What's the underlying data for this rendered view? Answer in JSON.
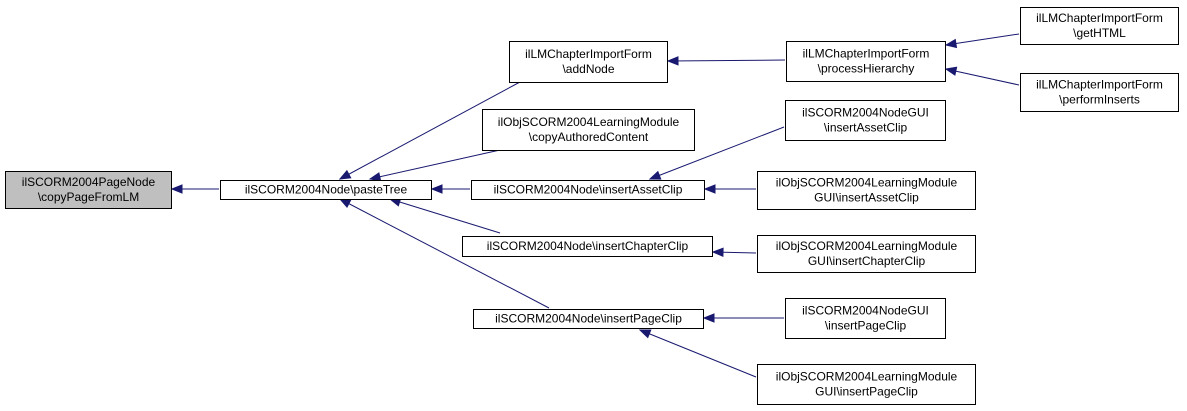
{
  "diagram": {
    "type": "call-graph",
    "colors": {
      "edge": "#191970",
      "node_fill": "#ffffff",
      "highlight_fill": "#bfbfbf",
      "border": "#000000"
    },
    "nodes": [
      {
        "id": "copyPageFromLM",
        "lines": [
          "ilSCORM2004PageNode",
          "\\copyPageFromLM"
        ],
        "highlight": true
      },
      {
        "id": "pasteTree",
        "lines": [
          "ilSCORM2004Node\\pasteTree"
        ],
        "highlight": false
      },
      {
        "id": "addNode",
        "lines": [
          "ilLMChapterImportForm",
          "\\addNode"
        ],
        "highlight": false
      },
      {
        "id": "copyAuthoredContent",
        "lines": [
          "ilObjSCORM2004LearningModule",
          "\\copyAuthoredContent"
        ],
        "highlight": false
      },
      {
        "id": "insertAssetClip",
        "lines": [
          "ilSCORM2004Node\\insertAssetClip"
        ],
        "highlight": false
      },
      {
        "id": "insertChapterClip",
        "lines": [
          "ilSCORM2004Node\\insertChapterClip"
        ],
        "highlight": false
      },
      {
        "id": "insertPageClip",
        "lines": [
          "ilSCORM2004Node\\insertPageClip"
        ],
        "highlight": false
      },
      {
        "id": "processHierarchy",
        "lines": [
          "ilLMChapterImportForm",
          "\\processHierarchy"
        ],
        "highlight": false
      },
      {
        "id": "nodeGuiInsertAssetClip",
        "lines": [
          "ilSCORM2004NodeGUI",
          "\\insertAssetClip"
        ],
        "highlight": false
      },
      {
        "id": "lmGuiInsertAssetClip",
        "lines": [
          "ilObjSCORM2004LearningModule",
          "GUI\\insertAssetClip"
        ],
        "highlight": false
      },
      {
        "id": "lmGuiInsertChapterClip",
        "lines": [
          "ilObjSCORM2004LearningModule",
          "GUI\\insertChapterClip"
        ],
        "highlight": false
      },
      {
        "id": "nodeGuiInsertPageClip",
        "lines": [
          "ilSCORM2004NodeGUI",
          "\\insertPageClip"
        ],
        "highlight": false
      },
      {
        "id": "lmGuiInsertPageClip",
        "lines": [
          "ilObjSCORM2004LearningModule",
          "GUI\\insertPageClip"
        ],
        "highlight": false
      },
      {
        "id": "getHTML",
        "lines": [
          "ilLMChapterImportForm",
          "\\getHTML"
        ],
        "highlight": false
      },
      {
        "id": "performInserts",
        "lines": [
          "ilLMChapterImportForm",
          "\\performInserts"
        ],
        "highlight": false
      }
    ],
    "edges": [
      {
        "from": "pasteTree",
        "to": "copyPageFromLM"
      },
      {
        "from": "addNode",
        "to": "pasteTree"
      },
      {
        "from": "copyAuthoredContent",
        "to": "pasteTree"
      },
      {
        "from": "insertAssetClip",
        "to": "pasteTree"
      },
      {
        "from": "insertChapterClip",
        "to": "pasteTree"
      },
      {
        "from": "insertPageClip",
        "to": "pasteTree"
      },
      {
        "from": "processHierarchy",
        "to": "addNode"
      },
      {
        "from": "getHTML",
        "to": "processHierarchy"
      },
      {
        "from": "performInserts",
        "to": "processHierarchy"
      },
      {
        "from": "nodeGuiInsertAssetClip",
        "to": "insertAssetClip"
      },
      {
        "from": "lmGuiInsertAssetClip",
        "to": "insertAssetClip"
      },
      {
        "from": "lmGuiInsertChapterClip",
        "to": "insertChapterClip"
      },
      {
        "from": "nodeGuiInsertPageClip",
        "to": "insertPageClip"
      },
      {
        "from": "lmGuiInsertPageClip",
        "to": "insertPageClip"
      }
    ]
  }
}
